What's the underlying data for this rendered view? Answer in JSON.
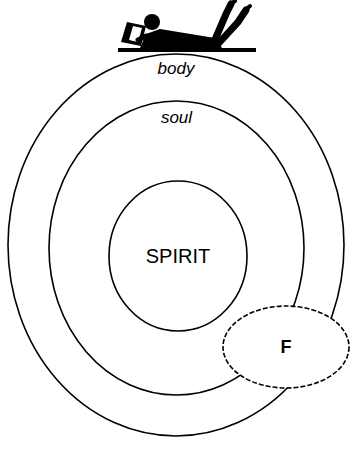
{
  "diagram": {
    "nodes": [
      {
        "text": [
          "body"
        ]
      },
      {
        "text": [
          "soul"
        ],
        "in": 0
      },
      {
        "text": [
          "SPIRIT"
        ],
        "in": 1
      },
      {
        "text": [
          "F"
        ]
      }
    ]
  }
}
